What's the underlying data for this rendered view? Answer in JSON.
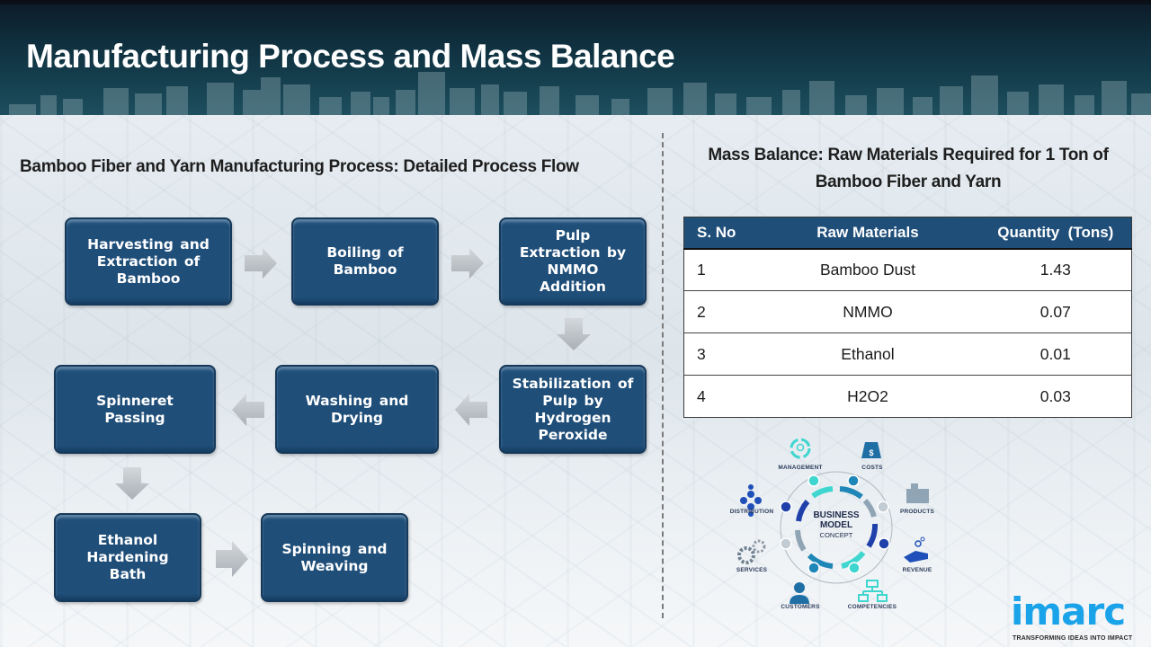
{
  "header": {
    "title": "Manufacturing Process and Mass Balance"
  },
  "process_flow": {
    "title": "Bamboo Fiber and Yarn Manufacturing Process: Detailed Process Flow",
    "steps": [
      {
        "label": "Harvesting and\nExtraction of\nBamboo"
      },
      {
        "label": "Boiling of\nBamboo"
      },
      {
        "label": "Pulp\nExtraction by\nNMMO\nAddition"
      },
      {
        "label": "Stabilization of\nPulp by\nHydrogen\nPeroxide"
      },
      {
        "label": "Washing and\nDrying"
      },
      {
        "label": "Spinneret\nPassing"
      },
      {
        "label": "Ethanol\nHardening\nBath"
      },
      {
        "label": "Spinning and\nWeaving"
      }
    ],
    "arrow_icon": "block-arrow-icon"
  },
  "mass_balance": {
    "title": "Mass Balance: Raw Materials Required for 1 Ton of Bamboo Fiber and Yarn",
    "columns": [
      "S. No",
      "Raw Materials",
      "Quantity  (Tons)"
    ],
    "rows": [
      {
        "sno": "1",
        "material": "Bamboo Dust",
        "quantity": "1.43"
      },
      {
        "sno": "2",
        "material": "NMMO",
        "quantity": "0.07"
      },
      {
        "sno": "3",
        "material": "Ethanol",
        "quantity": "0.01"
      },
      {
        "sno": "4",
        "material": "H2O2",
        "quantity": "0.03"
      }
    ]
  },
  "business_model": {
    "center_line1": "BUSINESS",
    "center_line2": "MODEL",
    "center_line3": "CONCEPT",
    "labels": {
      "management": "MANAGEMENT",
      "costs": "COSTS",
      "distribution": "DISTRIBUTION",
      "products": "PRODUCTS",
      "services": "SERVICES",
      "revenue": "REVENUE",
      "customers": "CUSTOMERS",
      "competencies": "COMPETENCIES"
    }
  },
  "logo": {
    "name": "imarc",
    "tagline": "TRANSFORMING IDEAS INTO IMPACT",
    "color": "#1aa3e8"
  },
  "colors": {
    "box_fill": "#1f4e79",
    "table_header": "#1f4e79",
    "arrow": "#b9bec4"
  }
}
